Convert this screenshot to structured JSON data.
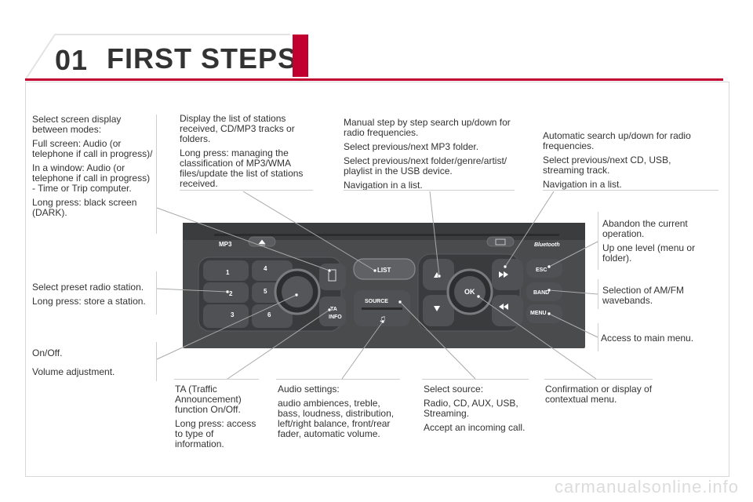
{
  "header": {
    "chapter": "01",
    "title": "FIRST STEPS"
  },
  "notes": {
    "screen_display": [
      "Select screen display between modes:",
      "Full screen: Audio (or telephone if call in progress)/",
      "In a window: Audio (or telephone if call in progress) - Time or Trip computer.",
      "Long press: black screen (DARK)."
    ],
    "list": [
      "Display the list of stations received, CD/MP3 tracks or folders.",
      "Long press: managing the classification of MP3/WMA files/update the list of stations received."
    ],
    "manual_search": [
      "Manual step by step search up/down for radio frequencies.",
      "Select previous/next MP3 folder.",
      "Select previous/next folder/genre/artist/ playlist in the USB device.",
      "Navigation in a list."
    ],
    "auto_search": [
      "Automatic search up/down for radio frequencies.",
      "Select previous/next CD, USB, streaming track.",
      "Navigation in a list."
    ],
    "esc": [
      "Abandon the current operation.",
      "Up one level (menu or folder)."
    ],
    "band": [
      "Selection of AM/FM wavebands."
    ],
    "menu": [
      "Access to main menu."
    ],
    "preset": [
      "Select preset radio station.",
      "Long press: store a station."
    ],
    "onoff": [
      "On/Off.",
      "Volume adjustment."
    ],
    "ta": [
      "TA (Traffic Announcement) function On/Off.",
      "Long press: access to type of information."
    ],
    "audio": [
      "Audio settings:",
      "audio ambiences, treble, bass, loudness, distribution, left/right balance, front/rear fader, automatic volume."
    ],
    "source": [
      "Select source:",
      "Radio, CD, AUX, USB, Streaming.",
      "Accept an incoming call."
    ],
    "ok": [
      "Confirmation or display of contextual menu."
    ]
  },
  "panel": {
    "mp3": "MP3",
    "bluetooth": "Bluetooth",
    "list": "LIST",
    "source": "SOURCE",
    "ta": "TA",
    "info": "INFO",
    "esc": "ESC",
    "band": "BAND",
    "menu": "MENU",
    "ok": "OK",
    "presets": [
      "1",
      "2",
      "3",
      "4",
      "5",
      "6"
    ]
  },
  "watermark": "carmanualsonline.info"
}
